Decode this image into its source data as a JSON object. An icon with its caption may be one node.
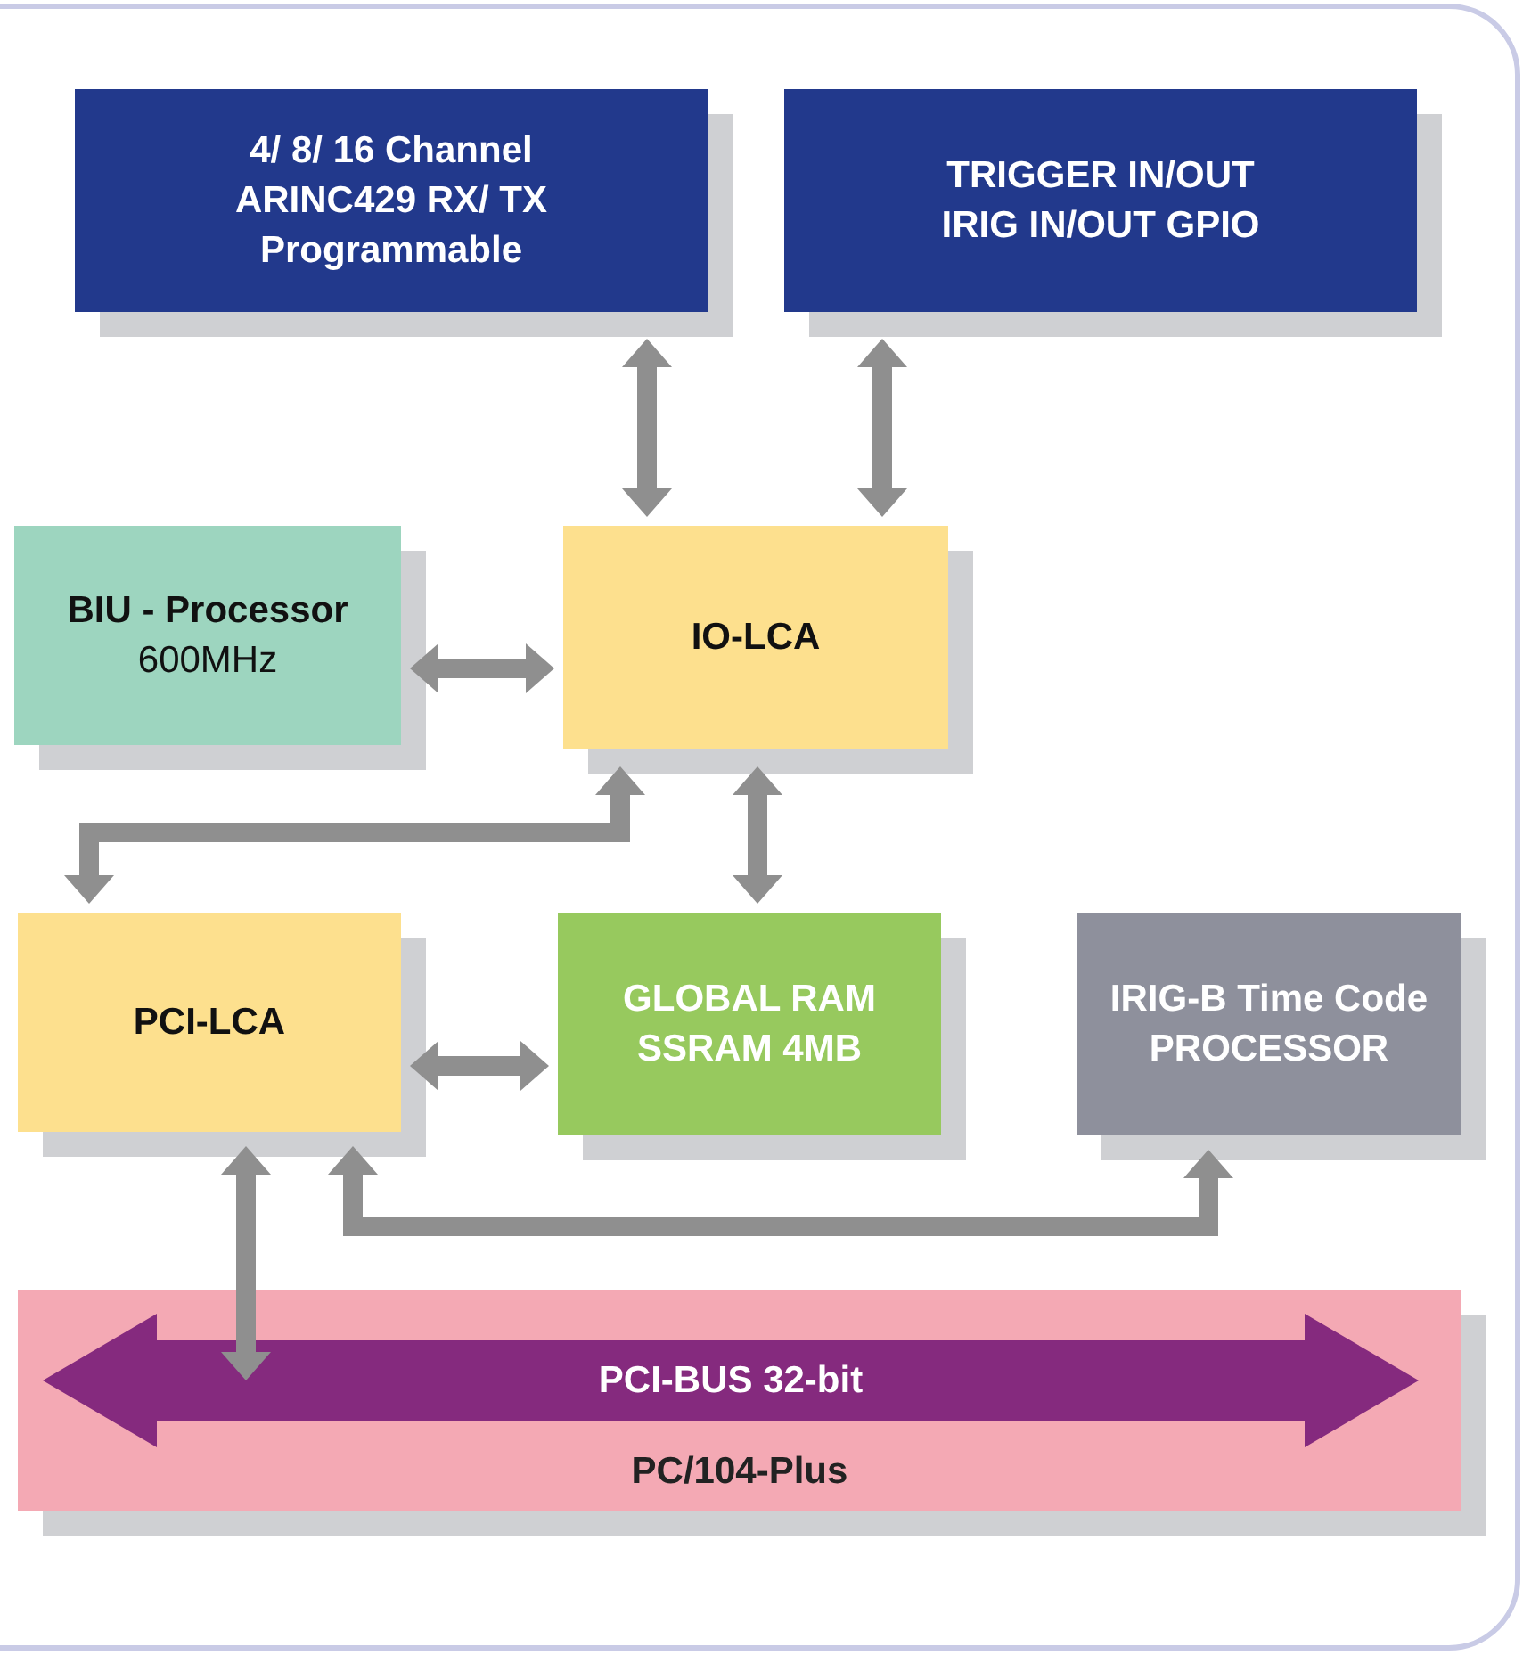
{
  "diagram": {
    "nodes": [
      {
        "text": [
          "4/ 8/ 16 Channel ARINC429 RX/ TX Programmable"
        ]
      },
      {
        "text": [
          "TRIGGER IN/OUT IRIG IN/OUT GPIO"
        ]
      },
      {
        "text": [
          "BIU - Processor",
          "600MHz"
        ]
      },
      {
        "text": [
          "IO-LCA"
        ]
      },
      {
        "text": [
          "PCI-LCA"
        ]
      },
      {
        "text": [
          "GLOBAL RAM SSRAM 4MB"
        ]
      },
      {
        "text": [
          "IRIG-B Time Code PROCESSOR"
        ]
      },
      {
        "text": [
          "PC/104-Plus"
        ]
      },
      {
        "text": [
          "PCI-BUS 32-bit"
        ],
        "in": 7
      }
    ],
    "edges": [
      {
        "from": 0,
        "to": 3,
        "arrow": "both"
      },
      {
        "from": 1,
        "to": 3,
        "arrow": "both"
      },
      {
        "from": 2,
        "to": 3,
        "arrow": "both"
      },
      {
        "from": 3,
        "to": 4,
        "arrow": "both"
      },
      {
        "from": 3,
        "to": 5,
        "arrow": "both"
      },
      {
        "from": 4,
        "to": 5,
        "arrow": "both"
      },
      {
        "from": 4,
        "to": 8,
        "arrow": "both"
      },
      {
        "from": 4,
        "to": 6,
        "arrow": "both"
      }
    ]
  }
}
